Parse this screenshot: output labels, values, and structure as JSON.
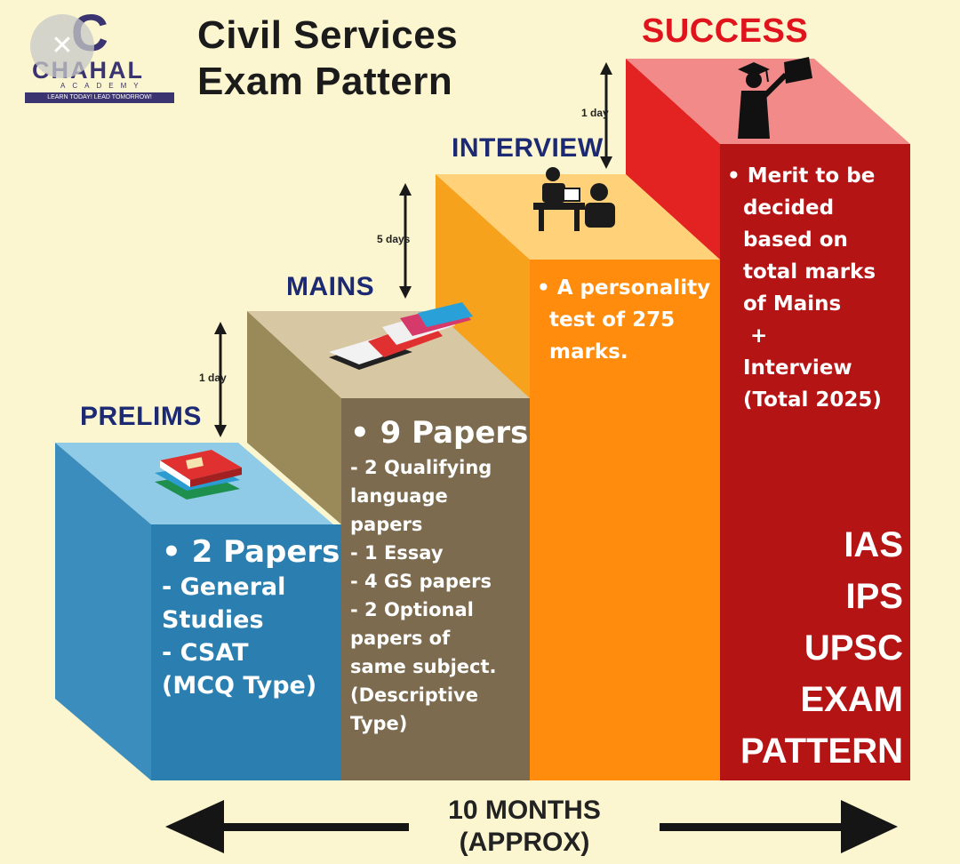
{
  "title": {
    "line1": "Civil Services",
    "line2": "Exam Pattern"
  },
  "logo": {
    "mark": "C",
    "name": "CHAHAL",
    "sub": "ACADEMY",
    "tagline": "LEARN TODAY! LEAD TOMORROW!"
  },
  "stages": {
    "prelims": {
      "label": "PRELIMS",
      "lines": [
        "• 2 Papers",
        "- General",
        "Studies",
        "- CSAT",
        "(MCQ Type)"
      ]
    },
    "mains": {
      "label": "MAINS",
      "lines": [
        "• 9 Papers",
        "- 2 Qualifying",
        "language",
        "papers",
        "- 1 Essay",
        "- 4 GS papers",
        "- 2 Optional",
        "papers of",
        "same subject.",
        "(Descriptive",
        "Type)"
      ]
    },
    "interview": {
      "label": "INTERVIEW",
      "lines": [
        "• A personality",
        "test of 275",
        "marks."
      ]
    },
    "success": {
      "label": "SUCCESS",
      "lines": [
        "• Merit to be",
        "decided",
        "based on",
        "total marks",
        "of Mains",
        "+",
        "Interview",
        "(Total 2025)"
      ],
      "big": [
        "IAS",
        "IPS",
        "UPSC",
        "EXAM",
        "PATTERN"
      ]
    }
  },
  "gaps": {
    "prelims_mains": "1 day",
    "mains_interview": "5 days",
    "interview_success": "1 day"
  },
  "duration": {
    "line1": "10 MONTHS",
    "line2": "(APPROX)"
  },
  "colors": {
    "background": "#fbf6cf",
    "prelims": "#2f85b6",
    "mains": "#7f6d50",
    "interview": "#ff8c0d",
    "success": "#bb1212",
    "label": "#1c2a73",
    "success_label": "#e0141c"
  },
  "icons": {
    "close": "close-icon",
    "prelims": "books-icon",
    "mains": "books-icon",
    "interview": "interview-desk-icon",
    "success": "graduate-icon"
  }
}
